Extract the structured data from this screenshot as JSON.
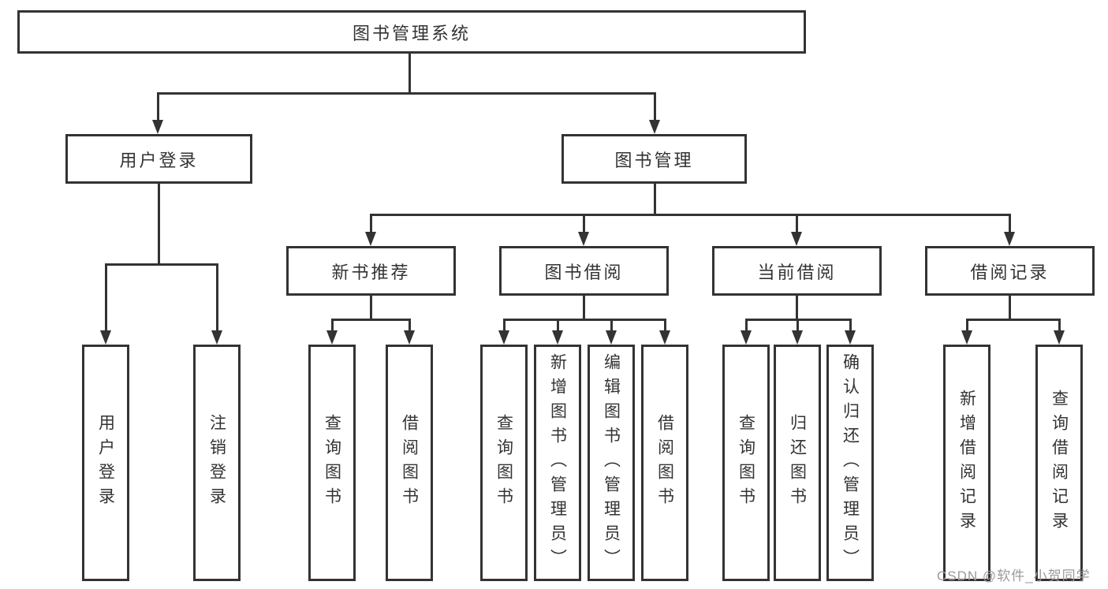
{
  "tree": {
    "label": "图书管理系统",
    "children": [
      {
        "label": "用户登录",
        "children": [
          {
            "label": "用户登录"
          },
          {
            "label": "注销登录"
          }
        ]
      },
      {
        "label": "图书管理",
        "children": [
          {
            "label": "新书推荐",
            "children": [
              {
                "label": "查询图书"
              },
              {
                "label": "借阅图书"
              }
            ]
          },
          {
            "label": "图书借阅",
            "children": [
              {
                "label": "查询图书"
              },
              {
                "label": "新增图书（管理员）"
              },
              {
                "label": "编辑图书（管理员）"
              },
              {
                "label": "借阅图书"
              }
            ]
          },
          {
            "label": "当前借阅",
            "children": [
              {
                "label": "查询图书"
              },
              {
                "label": "归还图书"
              },
              {
                "label": "确认归还（管理员）"
              }
            ]
          },
          {
            "label": "借阅记录",
            "children": [
              {
                "label": "新增借阅记录"
              },
              {
                "label": "查询借阅记录"
              }
            ]
          }
        ]
      }
    ]
  },
  "watermark": {
    "text": "CSDN @软件_小贺同学"
  },
  "colors": {
    "line": "#333333",
    "text": "#333333",
    "box_background": "#ffffff",
    "page_background": "#ffffff",
    "watermark": "#9a9a9a"
  }
}
